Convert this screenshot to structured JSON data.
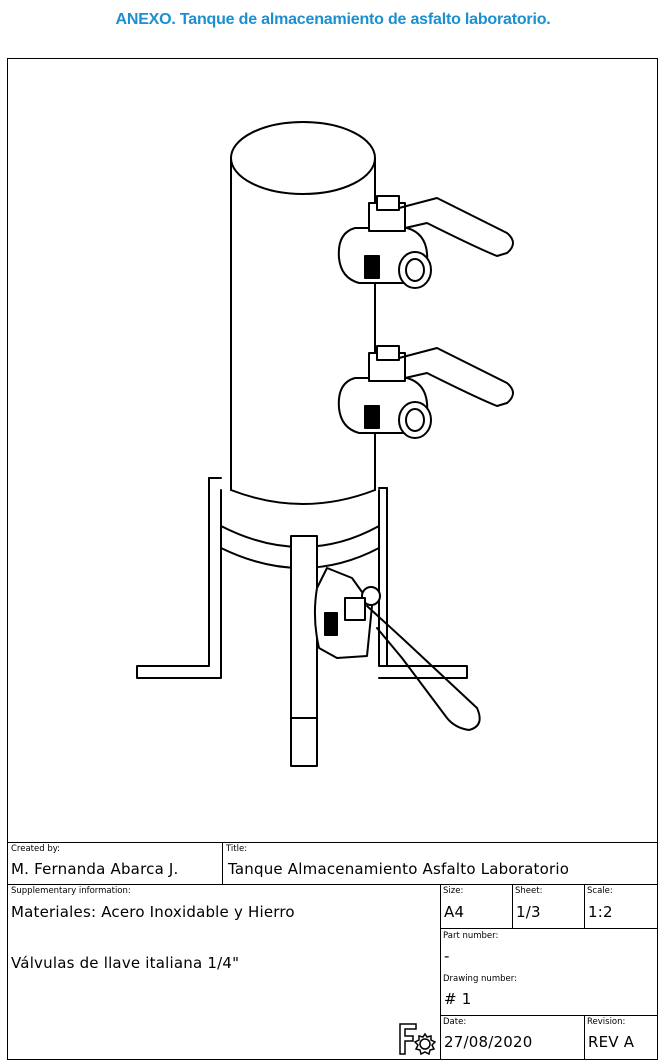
{
  "header": {
    "title": "ANEXO. Tanque de almacenamiento de asfalto laboratorio."
  },
  "title_block": {
    "created_by_label": "Created by:",
    "created_by": "M. Fernanda Abarca J.",
    "title_label": "Title:",
    "title": "Tanque Almacenamiento Asfalto Laboratorio",
    "supplementary_label": "Supplementary information:",
    "supplementary_line1": "Materiales: Acero Inoxidable y Hierro",
    "supplementary_line2": "Válvulas de llave italiana 1/4\"",
    "size_label": "Size:",
    "size": "A4",
    "sheet_label": "Sheet:",
    "sheet": "1/3",
    "scale_label": "Scale:",
    "scale": "1:2",
    "part_number_label": "Part number:",
    "part_number": "-",
    "drawing_number_label": "Drawing number:",
    "drawing_number": "# 1",
    "date_label": "Date:",
    "date": "27/08/2020",
    "revision_label": "Revision:",
    "revision": "REV A"
  },
  "icons": {
    "logo": "freecad-gear-logo"
  }
}
